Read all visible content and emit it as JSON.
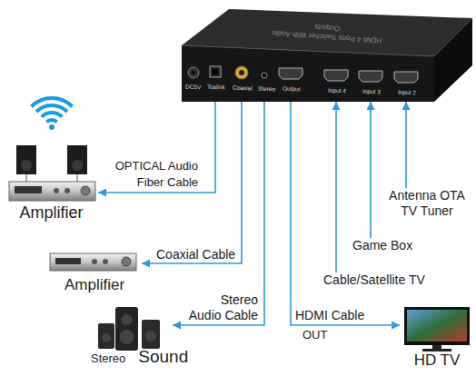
{
  "diagram": {
    "nodes": [
      {
        "text": [
          "HDMI 4 Ports Switcher With Audio Outputs"
        ]
      },
      {
        "text": [
          "Amplifier"
        ]
      },
      {
        "text": [
          "Amplifier"
        ]
      },
      {
        "text": [
          "Stereo",
          "Sound"
        ]
      },
      {
        "text": [
          "HD TV"
        ]
      },
      {
        "text": [
          "Cable/Satellite TV"
        ]
      },
      {
        "text": [
          "Game Box"
        ]
      },
      {
        "text": [
          "Antenna OTA TV Tuner"
        ]
      }
    ],
    "edges": [
      {
        "from": 0,
        "to": 1,
        "arrow": "to",
        "label": "OPTICAL Audio Fiber Cable"
      },
      {
        "from": 0,
        "to": 2,
        "arrow": "to",
        "label": "Coaxial Cable"
      },
      {
        "from": 0,
        "to": 3,
        "arrow": "to",
        "label": "Stereo Audio Cable"
      },
      {
        "from": 0,
        "to": 4,
        "arrow": "to",
        "label": "HDMI Cable"
      },
      {
        "from": 5,
        "to": 0,
        "arrow": "to"
      },
      {
        "from": 6,
        "to": 0,
        "arrow": "to"
      },
      {
        "from": 7,
        "to": 0,
        "arrow": "to"
      }
    ],
    "labels": [
      "DC5V",
      "Toslink",
      "Coaxial",
      "Stereo",
      "Output",
      "Input 4",
      "Input 3",
      "Input 2",
      "OUT"
    ]
  }
}
